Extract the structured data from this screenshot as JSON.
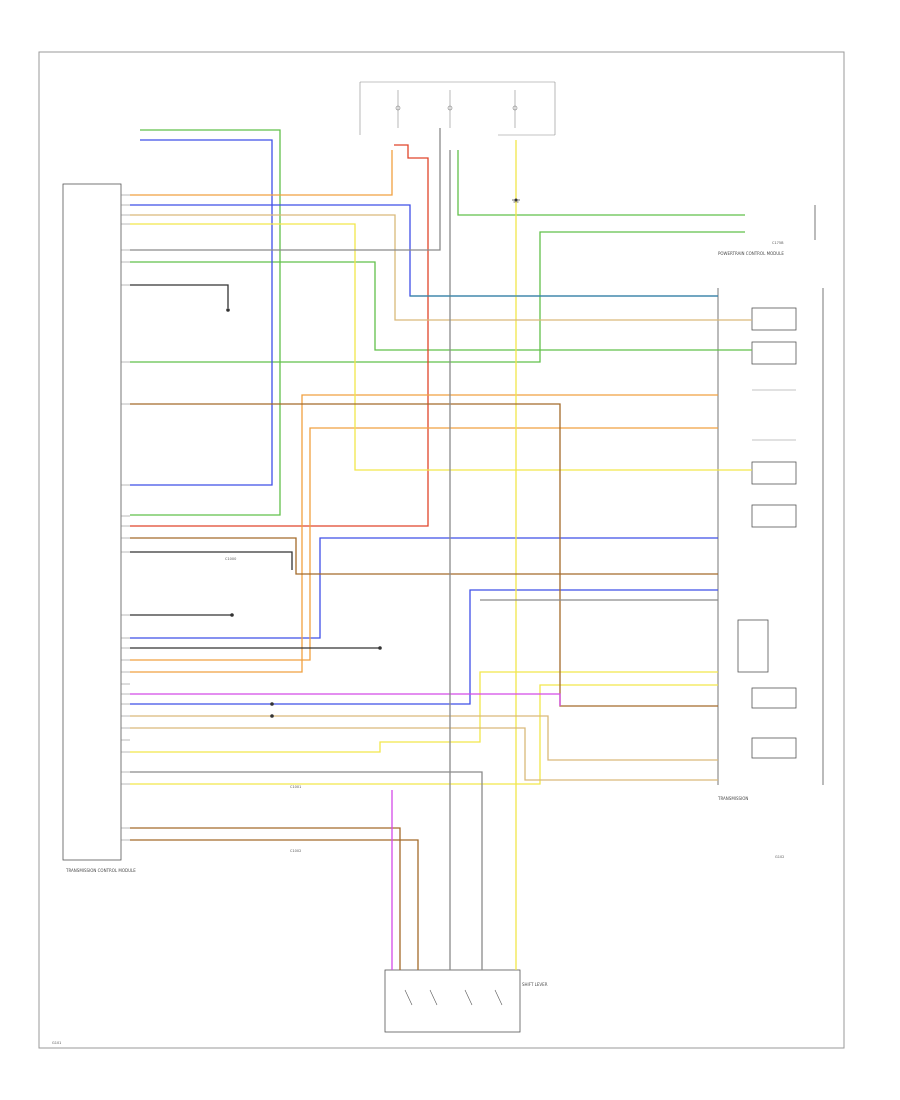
{
  "colors": {
    "green": "#62c04a",
    "blue": "#3f4fe8",
    "red": "#e0452a",
    "orange": "#f0a040",
    "yellow": "#f2e64a",
    "tan": "#d9b97a",
    "brown": "#a36a2a",
    "violet": "#d44ae8",
    "gray": "#8a8a8a",
    "teal": "#3a8aa0",
    "black": "#333333"
  },
  "labels": {
    "tcm": "TRANSMISSION CONTROL MODULE",
    "main_unit": "TRANSMISSION",
    "shift_lever": "SHIFT LEVER",
    "ref_1": "G101",
    "ref_2": "G102",
    "ref_3": "C175B",
    "pcm": "POWERTRAIN CONTROL MODULE",
    "inline_1": "C1000",
    "inline_2": "C1001",
    "inline_3": "C1002"
  }
}
